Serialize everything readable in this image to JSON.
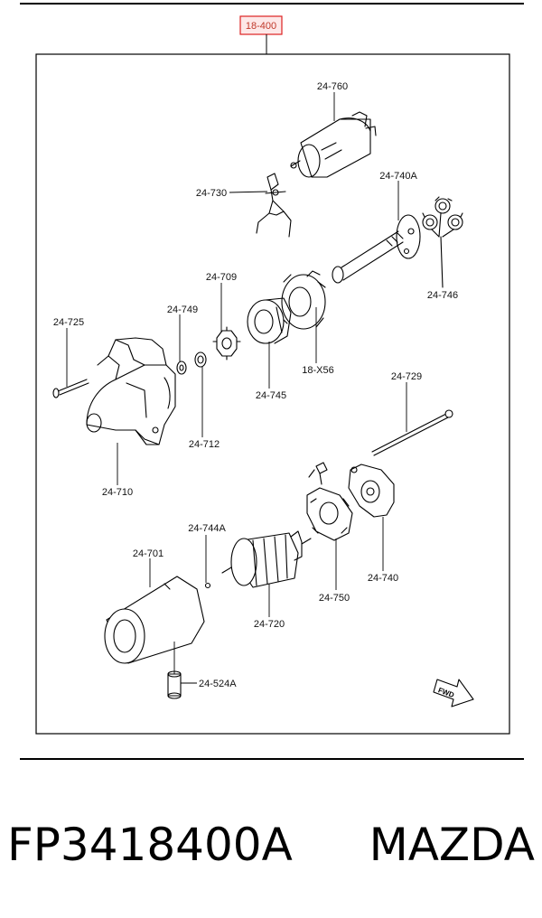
{
  "diagram": {
    "reference_code": "18-400",
    "parts": [
      {
        "id": "p1",
        "label": "24-760"
      },
      {
        "id": "p2",
        "label": "24-730"
      },
      {
        "id": "p3",
        "label": "24-740A"
      },
      {
        "id": "p4",
        "label": "24-709"
      },
      {
        "id": "p5",
        "label": "24-749"
      },
      {
        "id": "p6",
        "label": "24-746"
      },
      {
        "id": "p7",
        "label": "24-725"
      },
      {
        "id": "p8",
        "label": "18-X56"
      },
      {
        "id": "p9",
        "label": "24-745"
      },
      {
        "id": "p10",
        "label": "24-729"
      },
      {
        "id": "p11",
        "label": "24-712"
      },
      {
        "id": "p12",
        "label": "24-710"
      },
      {
        "id": "p13",
        "label": "24-744A"
      },
      {
        "id": "p14",
        "label": "24-701"
      },
      {
        "id": "p15",
        "label": "24-740"
      },
      {
        "id": "p16",
        "label": "24-750"
      },
      {
        "id": "p17",
        "label": "24-720"
      },
      {
        "id": "p18",
        "label": "24-524A"
      }
    ],
    "fwd_label": "FWD"
  },
  "footer": {
    "part_number": "FP3418400A",
    "brand": "MAZDA"
  }
}
